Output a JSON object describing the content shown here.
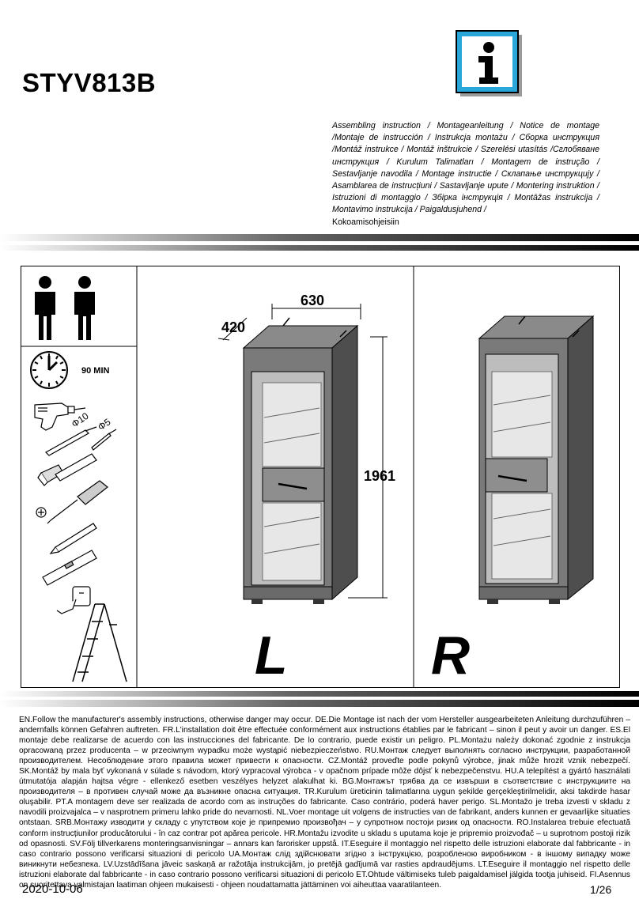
{
  "document": {
    "title": "STYV813B",
    "languages_intro": "Assembling instruction / Montageanleitung / Notice de montage /Montaje de instrucción / Instrukcja montażu / Сборка инструкция /Montáž instrukce / Montáž inštrukcie / Szerelési utasítás /Сглобяване инструкция / Kurulum Talimatları / Montagem de instrução / Sestavljanje navodila / Montage instructie / Склапање инструкцију / Asamblarea de instrucțiuni / Sastavljanje upute / Montering instruktion / Istruzioni di montaggio / Збірка інструкція / Montāžas instrukcija / Montavimo instrukcija / Paigaldusjuhend /",
    "languages_last": "Kokoamisohjeisiin",
    "time_label": "90 MIN",
    "drill_bit_1": "Φ10",
    "drill_bit_2": "Φ5",
    "dim_width": "630",
    "dim_depth": "420",
    "dim_height": "1961",
    "variant_left": "L",
    "variant_right": "R",
    "warning_text": "EN.Follow the manufacturer's assembly instructions, otherwise danger may occur. DE.Die Montage ist nach der vom Hersteller ausgearbeiteten Anleitung durchzuführen – andernfalls können Gefahren auftreten. FR.L'installation doit être effectuée conformément aux instructions établies par le fabricant – sinon il peut y avoir un danger. ES.El montaje debe realizarse de acuerdo con las instrucciones del fabricante. De lo contrario, puede existir un peligro. PL.Montażu należy dokonać zgodnie z instrukcja opracowaną przez producenta – w przeciwnym wypadku może wystąpić niebezpieczeństwo. RU.Монтаж следует выполнять согласно инструкции, разработанной производителем. Несоблюдение этого правила может привести к опасности. CZ.Montáž proveďte podle pokynů výrobce, jinak může hrozit vznik nebezpečí. SK.Montáž by mala byť vykonaná v súlade s návodom, ktorý vypracoval výrobca - v opačnom prípade môže dôjsť k nebezpečenstvu. HU.A telepítést a gyártó használati útmutatója alapján hajtsa végre - ellenkező esetben veszélyes helyzet alakulhat ki. BG.Монтажът трябва да се извърши в съответствие с инструкциите на производителя – в противен случай може да възникне опасна ситуация. TR.Kurulum üreticinin talimatlarına uygun şekilde gerçekleştirilmelidir, aksi takdirde hasar oluşabilir. PT.A montagem deve ser realizada de acordo com as instruções do fabricante. Caso contrário, poderá haver perigo. SL.Montažo je treba izvesti v skladu z navodili proizvajalca – v nasprotnem primeru lahko pride do nevarnosti. NL.Voer montage uit volgens de instructies van de fabrikant, anders kunnen er gevaarlijke situaties ontstaan. SRB.Монтажу изводити у складу с упутством које је припремио произвођач – у супротном постоји ризик од опасности. RO.Instalarea trebuie efectuată conform instrucțiunilor producătorului - în caz contrar pot apărea pericole. HR.Montažu izvodite u skladu s uputama koje je pripremio proizvođač – u suprotnom postoji rizik od opasnosti. SV.Följ tillverkarens monteringsanvisningar – annars kan farorisker uppstå. IT.Eseguire il montaggio nel rispetto delle istruzioni elaborate dal fabbricante - in caso contrario possono verificarsi situazioni di pericolo UA.Монтаж слід здійснювати згідно з інструкцією, розробленою виробником - в іншому випадку може виникнути небезпека. LV.Uzstādīšana jāveic saskaņā ar ražotāja instrukcijām, jo pretējā gadījumā var rasties apdraudējums. LT.Eseguire il montaggio nel rispetto delle istruzioni elaborate dal fabbricante - in caso contrario possono verificarsi situazioni di pericolo ET.Ohtude vältimiseks tuleb paigaldamisel jälgida tootja juhiseid. FI.Asennus on suoritettava valmistajan laatiman ohjeen mukaisesti - ohjeen noudattamatta jättäminen voi aiheuttaa vaaratilanteen.",
    "date": "2020-10-06",
    "page": "1/26"
  },
  "icons": [
    "info-icon",
    "person-icon",
    "clock-icon",
    "drill-icon",
    "drill-bit-icon",
    "hammer-icon",
    "screwdriver-icon",
    "pencil-icon",
    "spirit-level-icon",
    "tape-measure-icon",
    "ladder-icon",
    "cabinet-left-illustration",
    "cabinet-right-illustration"
  ]
}
